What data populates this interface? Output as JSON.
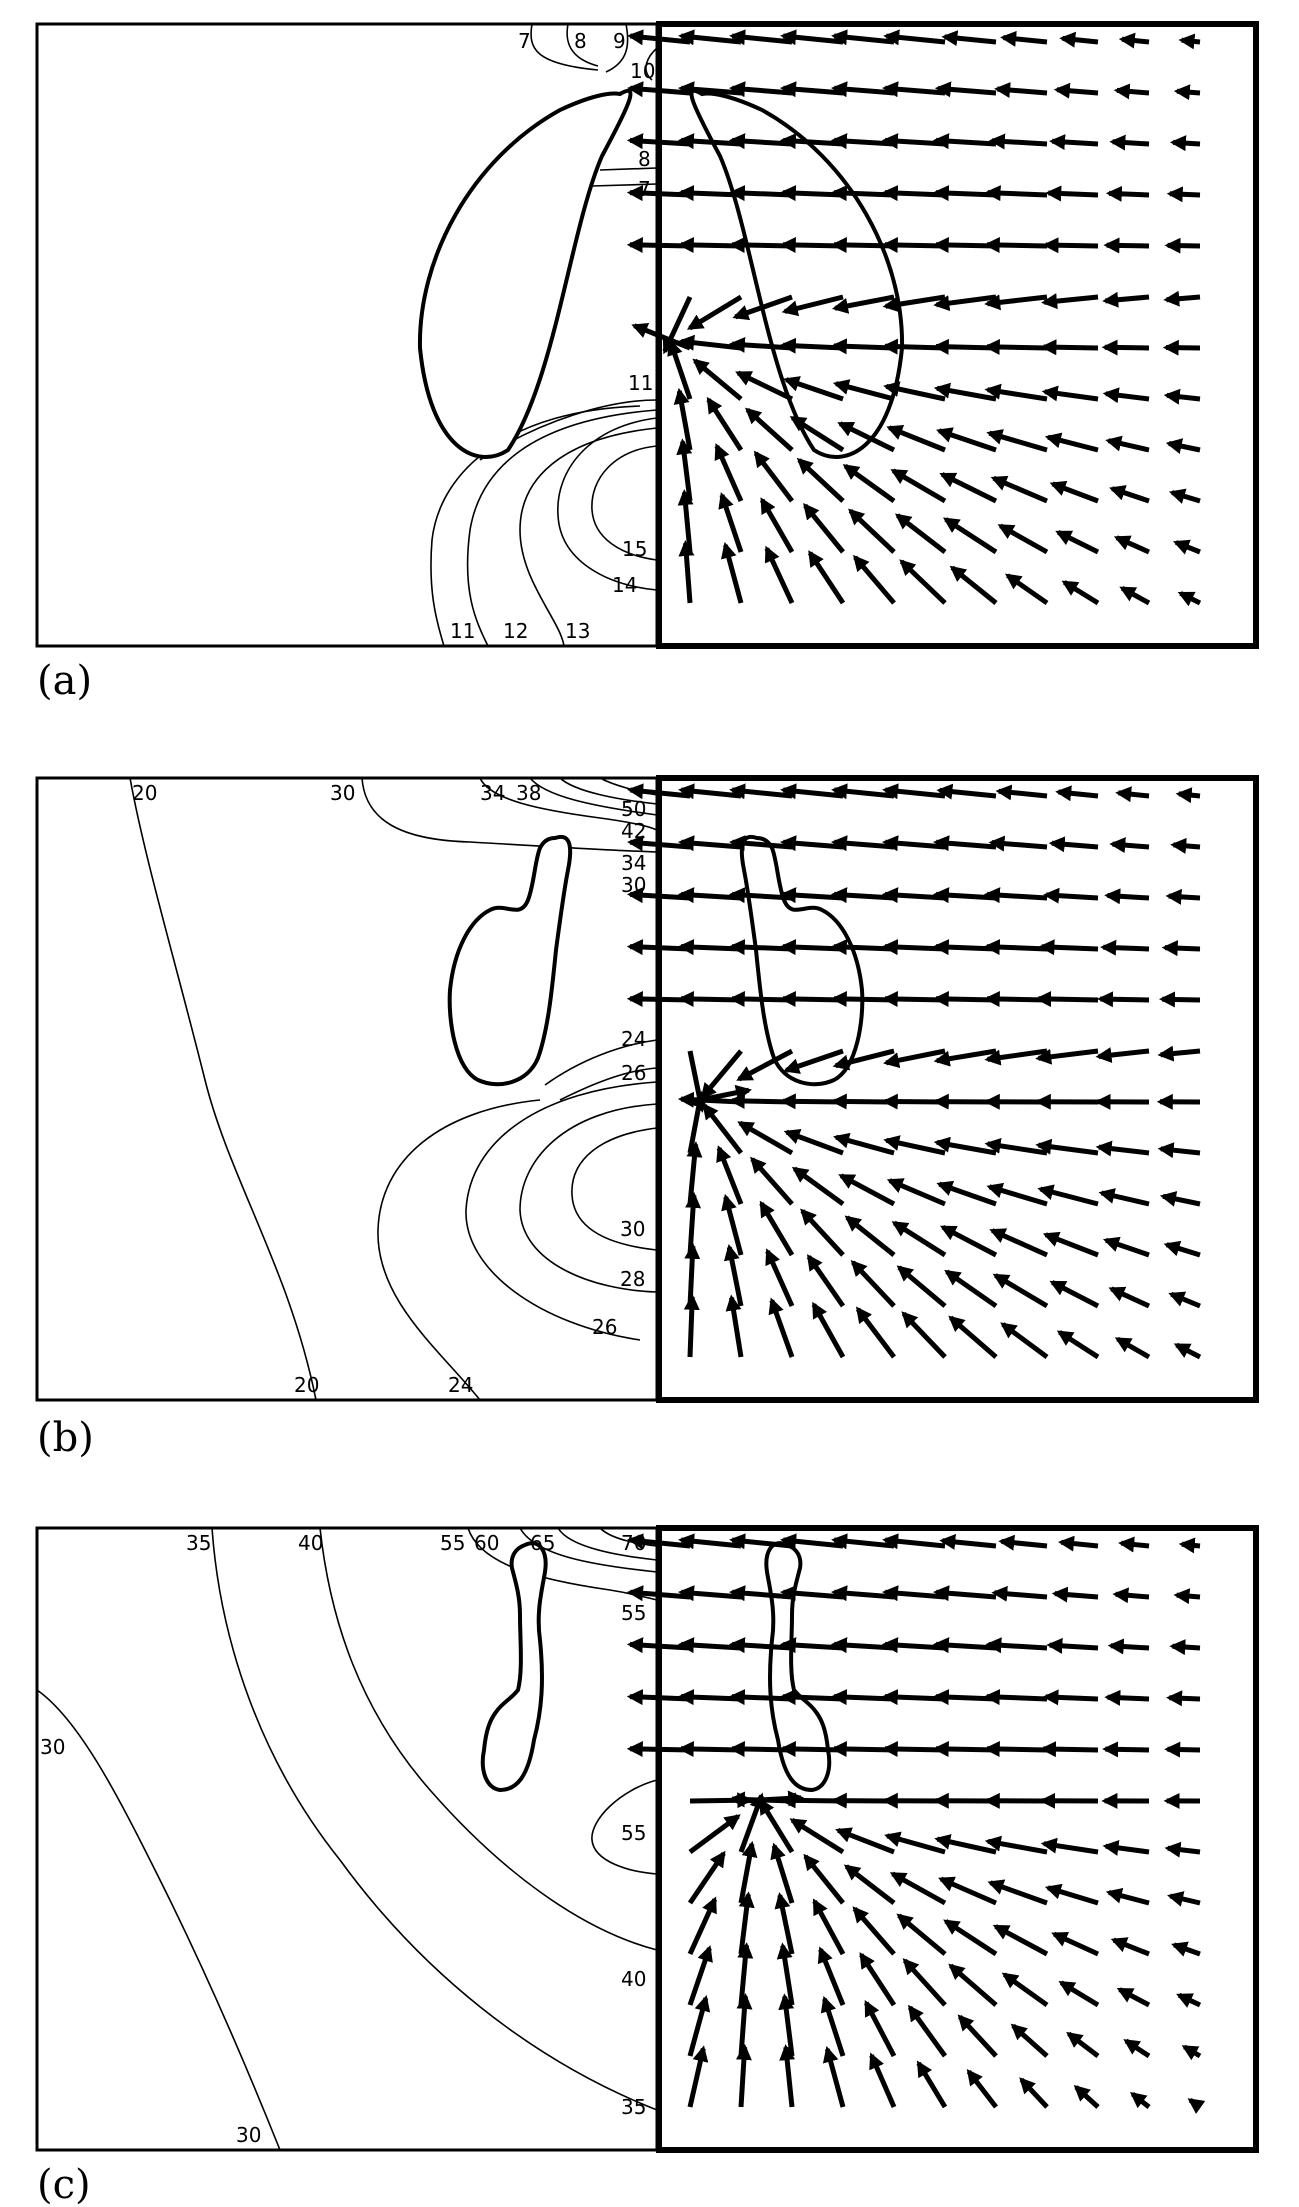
{
  "panels": [
    {
      "id": "a",
      "label": "(a)",
      "contour_labels": [
        "7",
        "8",
        "9",
        "10",
        "8",
        "7",
        "11",
        "15",
        "14",
        "11",
        "12",
        "13"
      ]
    },
    {
      "id": "b",
      "label": "(b)",
      "contour_labels": [
        "20",
        "30",
        "34",
        "38",
        "50",
        "42",
        "34",
        "30",
        "24",
        "26",
        "30",
        "28",
        "26",
        "20",
        "24"
      ]
    },
    {
      "id": "c",
      "label": "(c)",
      "contour_labels": [
        "35",
        "40",
        "55",
        "60",
        "65",
        "70",
        "55",
        "30",
        "55",
        "40",
        "35",
        "30"
      ]
    }
  ]
}
